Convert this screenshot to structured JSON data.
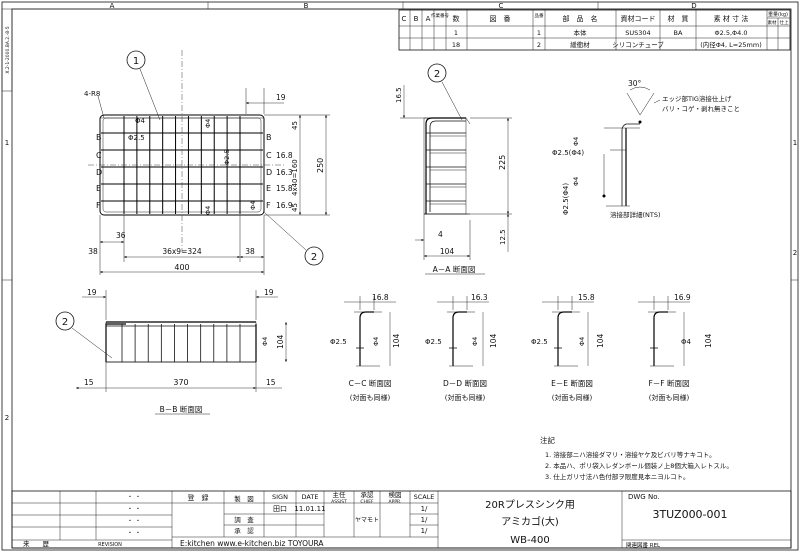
{
  "zones": {
    "top": [
      "A",
      "B",
      "C",
      "D"
    ],
    "side": [
      "1",
      "2"
    ]
  },
  "stamp": "X.2-1-2000.BA.2.-8-5",
  "parts_list": {
    "headers": [
      "C",
      "B",
      "A",
      "作業番号",
      "数",
      "図　番",
      "品番",
      "部　品　名",
      "資材コード",
      "材　質",
      "素 材 寸 法",
      "重量(kg)",
      "素材",
      "仕上"
    ],
    "rows": [
      {
        "qty": "1",
        "part_no": "1",
        "name": "本体",
        "material_code": "SUS304",
        "material": "BA",
        "size": "Φ2.5,Φ4.0"
      },
      {
        "qty": "18",
        "part_no": "2",
        "name": "緩衝材",
        "material_code": "シリコンチューブ",
        "material": "",
        "size": "(内径Φ4, L=25mm)"
      }
    ]
  },
  "balloons": {
    "b1": "1",
    "b2": "2"
  },
  "plan": {
    "corner_radius": "4-R8",
    "phi4": "Φ4",
    "phi25": "Φ2.5",
    "section_marks": [
      "B",
      "C",
      "D",
      "E",
      "F"
    ],
    "offsets": [
      "16.8",
      "16.3",
      "15.8",
      "16.9"
    ],
    "offset_top": "",
    "dim_19": "19",
    "dim_45": "45",
    "dim_4x40": "4x40=160",
    "dim_250": "250",
    "dim_36": "36",
    "dim_36x9": "36x9=324",
    "dim_38": "38",
    "dim_400": "400"
  },
  "aa": {
    "dim_16_5": "16.5",
    "dim_225": "225",
    "dim_12_5": "12.5",
    "dim_4": "4",
    "dim_104": "104",
    "title": "A－A 断面図"
  },
  "weld": {
    "angle": "30°",
    "note_1": "エッジ部TIG溶接仕上げ",
    "note_2": "バリ・コゲ・剥れ無きこと",
    "phi4": "Φ4",
    "phi25_paren": "Φ2.5(Φ4)",
    "title": "溶接部詳細(NTS)"
  },
  "bb": {
    "dim_19": "19",
    "dim_104": "104",
    "phi4": "Φ4",
    "dim_15": "15",
    "dim_370": "370",
    "title": "B－B 断面図"
  },
  "sections": [
    {
      "title": "C－C 断面図",
      "subtitle": "(対面も同様)",
      "offset": "16.8",
      "phi25": "Φ2.5",
      "phi4": "Φ4",
      "height": "104"
    },
    {
      "title": "D－D 断面図",
      "subtitle": "(対面も同様)",
      "offset": "16.3",
      "phi25": "Φ2.5",
      "phi4": "Φ4",
      "height": "104"
    },
    {
      "title": "E－E 断面図",
      "subtitle": "(対面も同様)",
      "offset": "15.8",
      "phi25": "Φ2.5",
      "phi4": "Φ4",
      "height": "104"
    },
    {
      "title": "F－F 断面図",
      "subtitle": "(対面も同様)",
      "offset": "16.9",
      "phi25": "",
      "phi4": "Φ4",
      "height": "104"
    }
  ],
  "notes": {
    "heading": "注記",
    "items": [
      "1. 溶接部ニハ溶接ダマリ・溶接ヤケ及ビバリ等ナキコト。",
      "2. 本品ハ、ポリ袋入レダンボール個装ノ上8個大箱入レトスル。",
      "3. 仕上ガリ寸法ハ色付部ヲ限度見本ニヨルコト。"
    ]
  },
  "title_block": {
    "revision_jp": "来　　歴",
    "revision_en": "REVISION",
    "rev_dots": "・ ・",
    "registration": "登　録",
    "drawn": "製　図",
    "sign": "SIGN",
    "date": "DATE",
    "assist": "主任",
    "assist_en": "ASSIST",
    "approve": "承認",
    "chief_en": "CHIEF",
    "check": "検図",
    "appr_en": "APPR.",
    "scale_label": "SCALE",
    "signer": "田口",
    "sign_date": "11.01.11",
    "check_row": "調　査",
    "approve_row": "承　認",
    "approver": "ヤマモト",
    "scale": "1/",
    "company": "E:kitchen  www.e-kitchen.biz  TOYOURA",
    "title_1": "20Rプレスシンク用",
    "title_2": "アミカゴ(大)",
    "title_3": "WB-400",
    "dwg_label": "DWG No.",
    "dwg_no": "3TUZ000-001",
    "related": "関連図番 REL"
  }
}
